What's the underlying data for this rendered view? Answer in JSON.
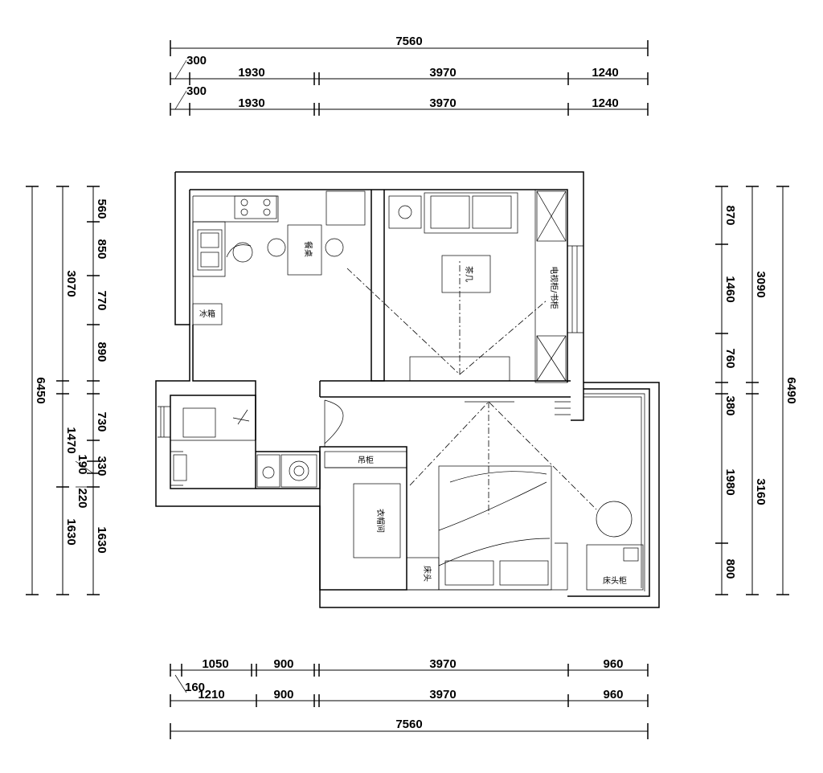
{
  "dims": {
    "top_total": "7560",
    "top_row1": [
      "300",
      "1930",
      "3970",
      "1240"
    ],
    "top_row2": [
      "300",
      "1930",
      "3970",
      "1240"
    ],
    "bottom_row1": [
      "1050",
      "900",
      "3970",
      "960"
    ],
    "bottom_row2": [
      "160",
      "1210",
      "900",
      "3970",
      "960"
    ],
    "bottom_total": "7560",
    "left_total": "6450",
    "left_mid": [
      "3070",
      "1470",
      "1630"
    ],
    "left_inner": [
      "560",
      "850",
      "770",
      "890",
      "730",
      "330",
      "190",
      "220",
      "1630"
    ],
    "right_total": "6490",
    "right_mid": [
      "3090",
      "3160"
    ],
    "right_inner": [
      "870",
      "1460",
      "760",
      "380",
      "1980",
      "800"
    ]
  },
  "labels": {
    "dining_table": "餐桌",
    "fridge": "冰箱",
    "coffee_table": "茶几",
    "tv_cabinet": "电视柜/书柜",
    "wardrobe_top": "吊柜",
    "wardrobe": "衣帽间",
    "bedside": "床头",
    "bedside_right": "床头柜"
  }
}
